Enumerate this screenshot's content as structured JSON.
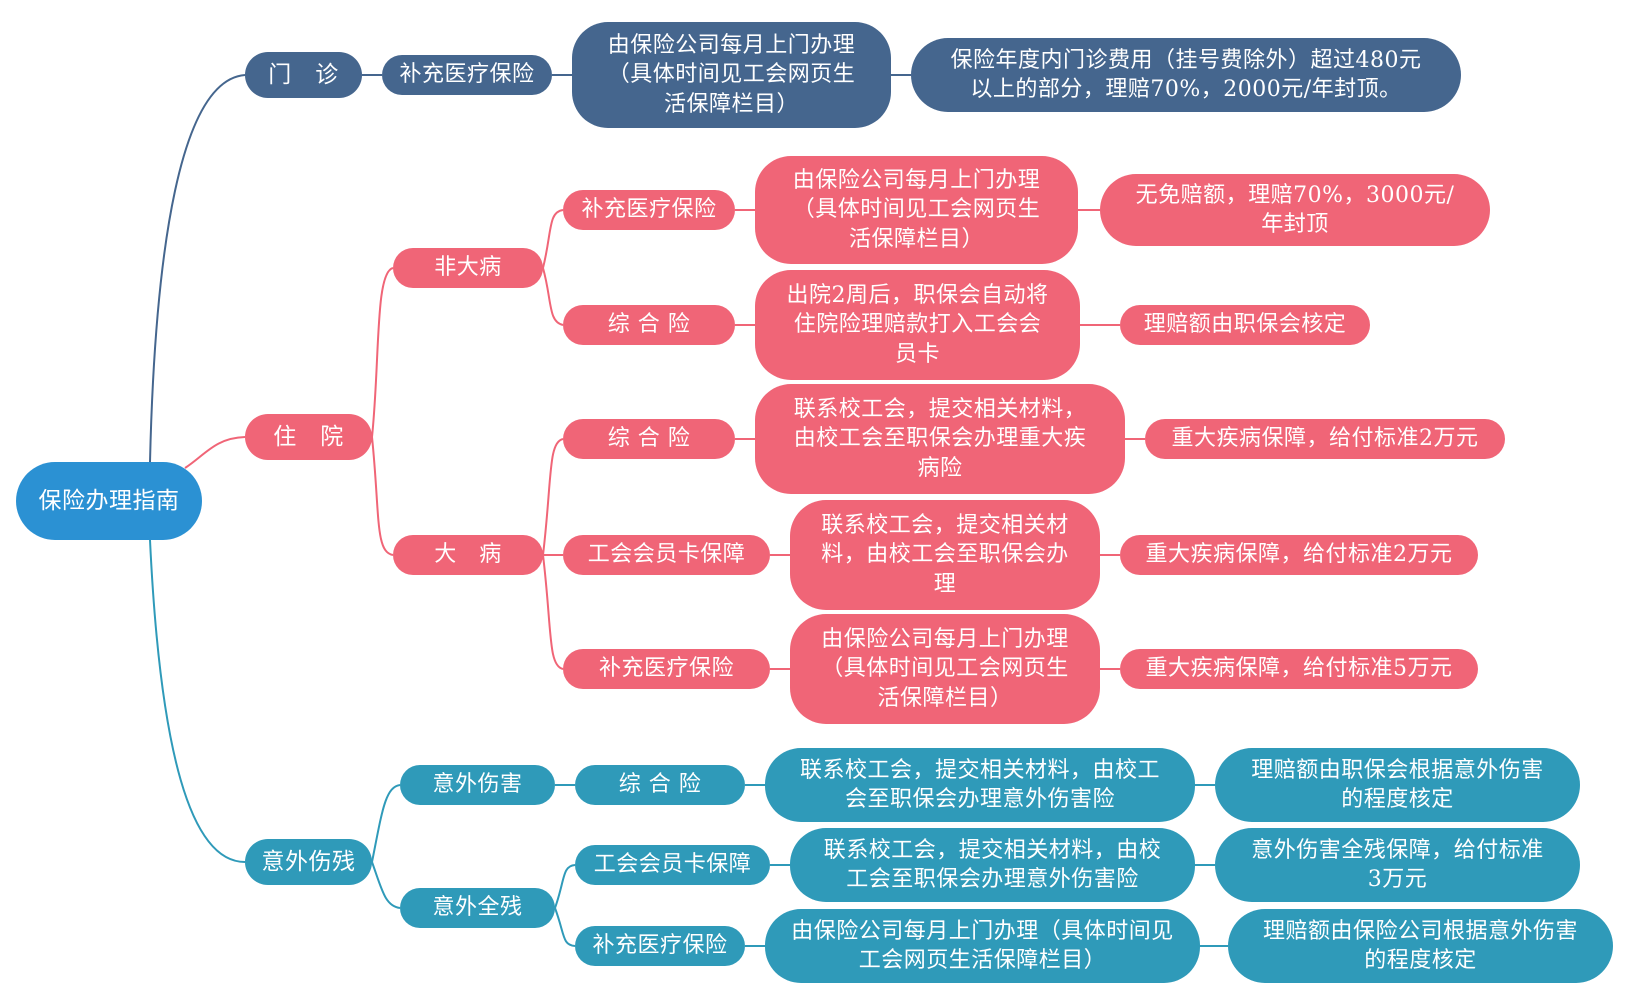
{
  "root": "保险办理指南",
  "branches": [
    {
      "id": "outpatient",
      "label": "门　诊",
      "children": [
        {
          "label": "补充医疗保险",
          "process": "由保险公司每月上门办理（具体时间见工会网页生活保障栏目）",
          "benefit": "保险年度内门诊费用（挂号费除外）超过480元以上的部分，理赔70%，2000元/年封顶。"
        }
      ]
    },
    {
      "id": "hospital",
      "label": "住　院",
      "children": [
        {
          "label": "非大病",
          "children": [
            {
              "label": "补充医疗保险",
              "process": "由保险公司每月上门办理（具体时间见工会网页生活保障栏目）",
              "benefit": "无免赔额，理赔70%，3000元/年封顶"
            },
            {
              "label": "综 合 险",
              "process": "出院2周后，职保会自动将住院险理赔款打入工会会员卡",
              "benefit": "理赔额由职保会核定"
            }
          ]
        },
        {
          "label": "大　病",
          "children": [
            {
              "label": "综 合 险",
              "process": "联系校工会，提交相关材料，由校工会至职保会办理重大疾病险",
              "benefit": "重大疾病保障，给付标准2万元"
            },
            {
              "label": "工会会员卡保障",
              "process": "联系校工会，提交相关材料，由校工会至职保会办理",
              "benefit": "重大疾病保障，给付标准2万元"
            },
            {
              "label": "补充医疗保险",
              "process": "由保险公司每月上门办理（具体时间见工会网页生活保障栏目）",
              "benefit": "重大疾病保障，给付标准5万元"
            }
          ]
        }
      ]
    },
    {
      "id": "accident",
      "label": "意外伤残",
      "children": [
        {
          "label": "意外伤害",
          "children": [
            {
              "label": "综 合 险",
              "process": "联系校工会，提交相关材料，由校工会至职保会办理意外伤害险",
              "benefit": "理赔额由职保会根据意外伤害的程度核定"
            }
          ]
        },
        {
          "label": "意外全残",
          "children": [
            {
              "label": "工会会员卡保障",
              "process": "联系校工会，提交相关材料，由校工会至职保会办理意外伤害险",
              "benefit": "意外伤害全残保障，给付标准3万元"
            },
            {
              "label": "补充医疗保险",
              "process": "由保险公司每月上门办理（具体时间见工会网页生活保障栏目）",
              "benefit": "理赔额由保险公司根据意外伤害的程度核定"
            }
          ]
        }
      ]
    }
  ],
  "colors": {
    "root": "#2b91d3",
    "outpatient": "#45668e",
    "hospital": "#f06577",
    "accident": "#2f9ab9"
  }
}
